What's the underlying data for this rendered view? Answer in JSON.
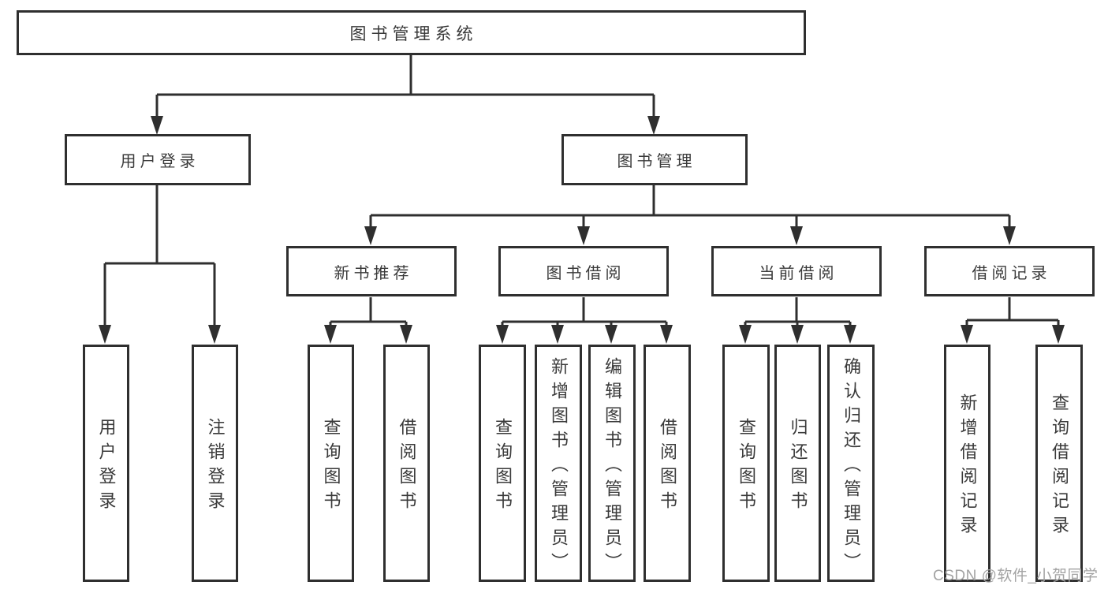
{
  "diagram": {
    "root": {
      "label": "图书管理系统"
    },
    "branches": [
      {
        "label": "用户登录",
        "children": [
          {
            "label": "用户登录"
          },
          {
            "label": "注销登录"
          }
        ]
      },
      {
        "label": "图书管理",
        "modules": [
          {
            "label": "新书推荐",
            "children": [
              {
                "label": "查询图书"
              },
              {
                "label": "借阅图书"
              }
            ]
          },
          {
            "label": "图书借阅",
            "children": [
              {
                "label": "查询图书"
              },
              {
                "label": "新增图书（管理员）"
              },
              {
                "label": "编辑图书（管理员）"
              },
              {
                "label": "借阅图书"
              }
            ]
          },
          {
            "label": "当前借阅",
            "children": [
              {
                "label": "查询图书"
              },
              {
                "label": "归还图书"
              },
              {
                "label": "确认归还（管理员）"
              }
            ]
          },
          {
            "label": "借阅记录",
            "children": [
              {
                "label": "新增借阅记录"
              },
              {
                "label": "查询借阅记录"
              }
            ]
          }
        ]
      }
    ]
  },
  "watermark": {
    "text": "CSDN @软件_小贺同学"
  },
  "colors": {
    "line": "#2f2f2f",
    "box_border": "#2f2f2f",
    "text": "#3a3a3a",
    "watermark": "#a3a3a3",
    "background": "#ffffff"
  }
}
